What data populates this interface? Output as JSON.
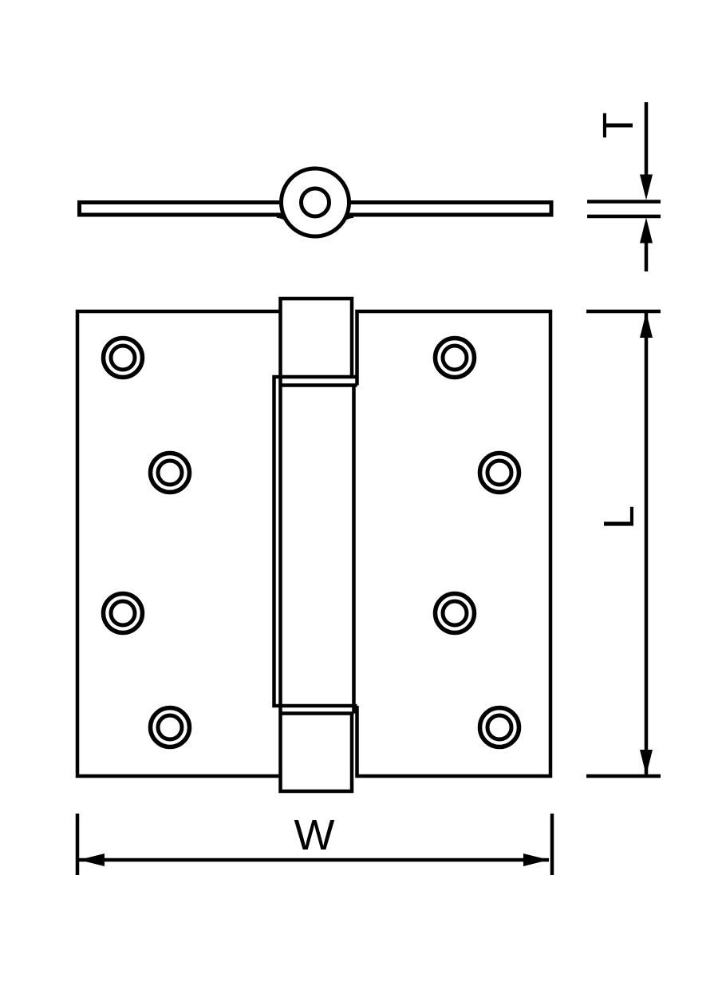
{
  "diagram": {
    "labels": {
      "thickness": "T",
      "length": "L",
      "width": "W"
    },
    "colors": {
      "line": "#000000",
      "background": "#ffffff"
    }
  }
}
